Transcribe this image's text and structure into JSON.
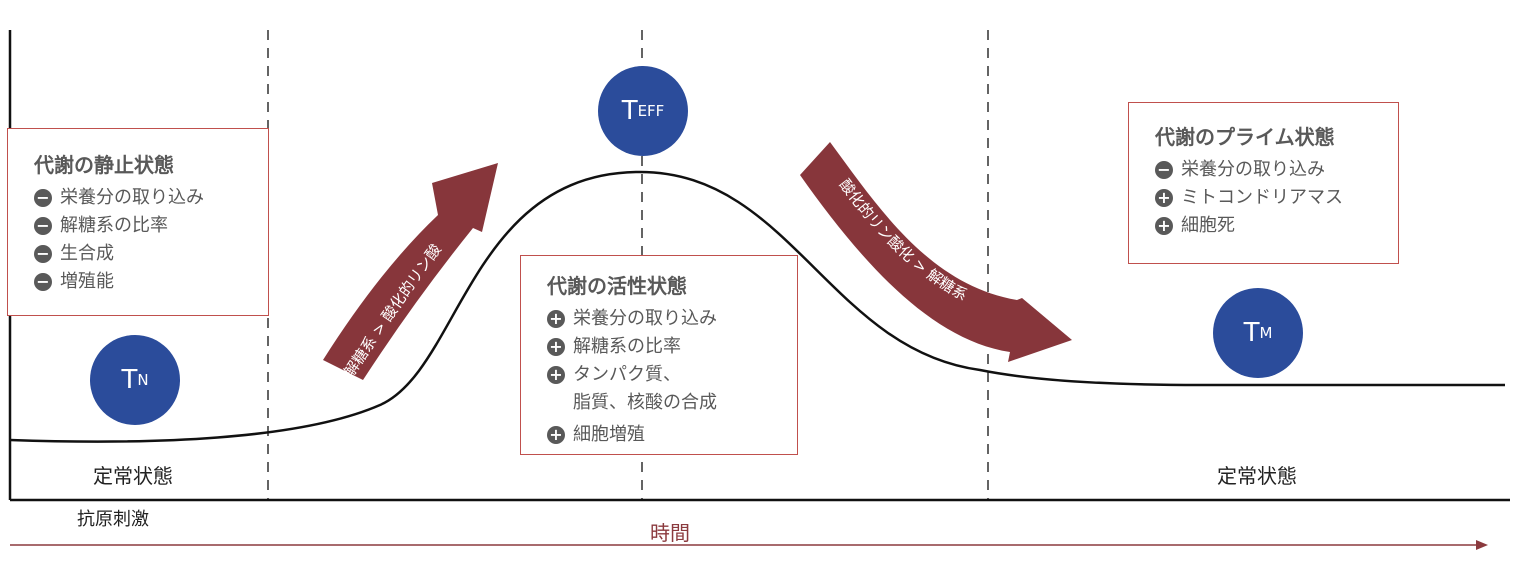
{
  "states": {
    "naive": {
      "letter": "T",
      "sub": "N"
    },
    "effector": {
      "letter": "T",
      "sub": "EFF"
    },
    "memory": {
      "letter": "T",
      "sub": "M"
    }
  },
  "boxes": {
    "quiescent": {
      "title": "代謝の静止状態",
      "items": [
        {
          "sign": "−",
          "text": "栄養分の取り込み"
        },
        {
          "sign": "−",
          "text": "解糖系の比率"
        },
        {
          "sign": "−",
          "text": "生合成"
        },
        {
          "sign": "−",
          "text": "増殖能"
        }
      ]
    },
    "active": {
      "title": "代謝の活性状態",
      "items": [
        {
          "sign": "+",
          "text": "栄養分の取り込み"
        },
        {
          "sign": "+",
          "text": "解糖系の比率"
        },
        {
          "sign": "+",
          "text": "タンパク質、",
          "text2": "脂質、核酸の合成"
        },
        {
          "sign": "+",
          "text": "細胞増殖"
        }
      ]
    },
    "primed": {
      "title": "代謝のプライム状態",
      "items": [
        {
          "sign": "−",
          "text": "栄養分の取り込み"
        },
        {
          "sign": "+",
          "text": "ミトコンドリアマス"
        },
        {
          "sign": "+",
          "text": "細胞死"
        }
      ]
    }
  },
  "arrows": {
    "up": "解糖系 > 酸化的リン酸",
    "down": "酸化的リン酸化 > 解糖系"
  },
  "labels": {
    "steady_left": "定常状態",
    "steady_right": "定常状態",
    "antigen": "抗原刺激",
    "time": "時間"
  },
  "colors": {
    "accent": "#8b3a3e",
    "circle": "#2b4c9b",
    "box_border": "#c0504d"
  }
}
